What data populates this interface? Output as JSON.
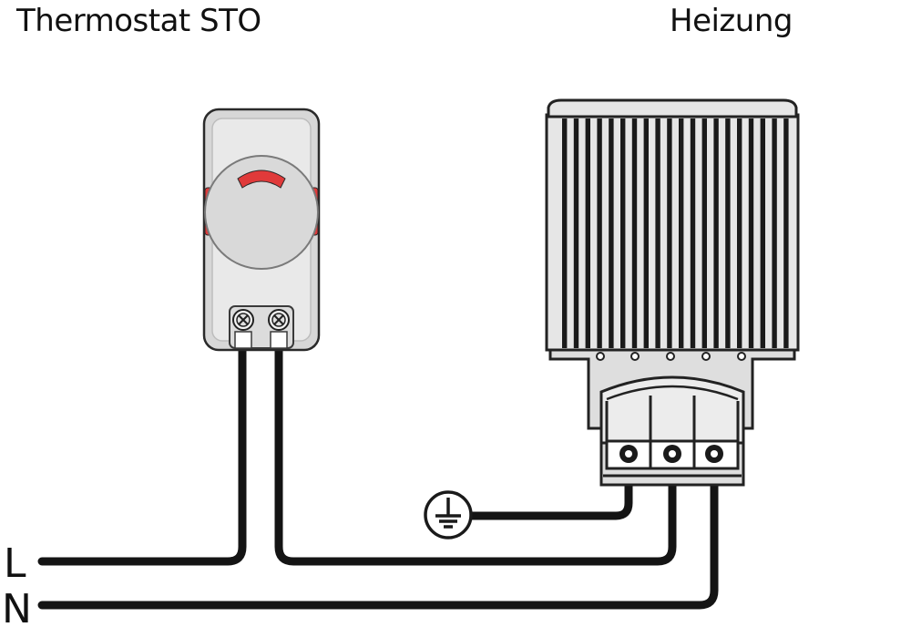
{
  "thermostat": {
    "title": "Thermostat STO"
  },
  "heater": {
    "title": "Heizung"
  },
  "lines": {
    "live_label": "L",
    "neutral_label": "N"
  },
  "colors": {
    "wire": "#141414",
    "housing": "#dcdcdc",
    "dial": "#d9d9d9",
    "accent_red": "#e03a3a",
    "fin_light": "#e6e6e6",
    "fin_dark": "#1a1a1a"
  }
}
